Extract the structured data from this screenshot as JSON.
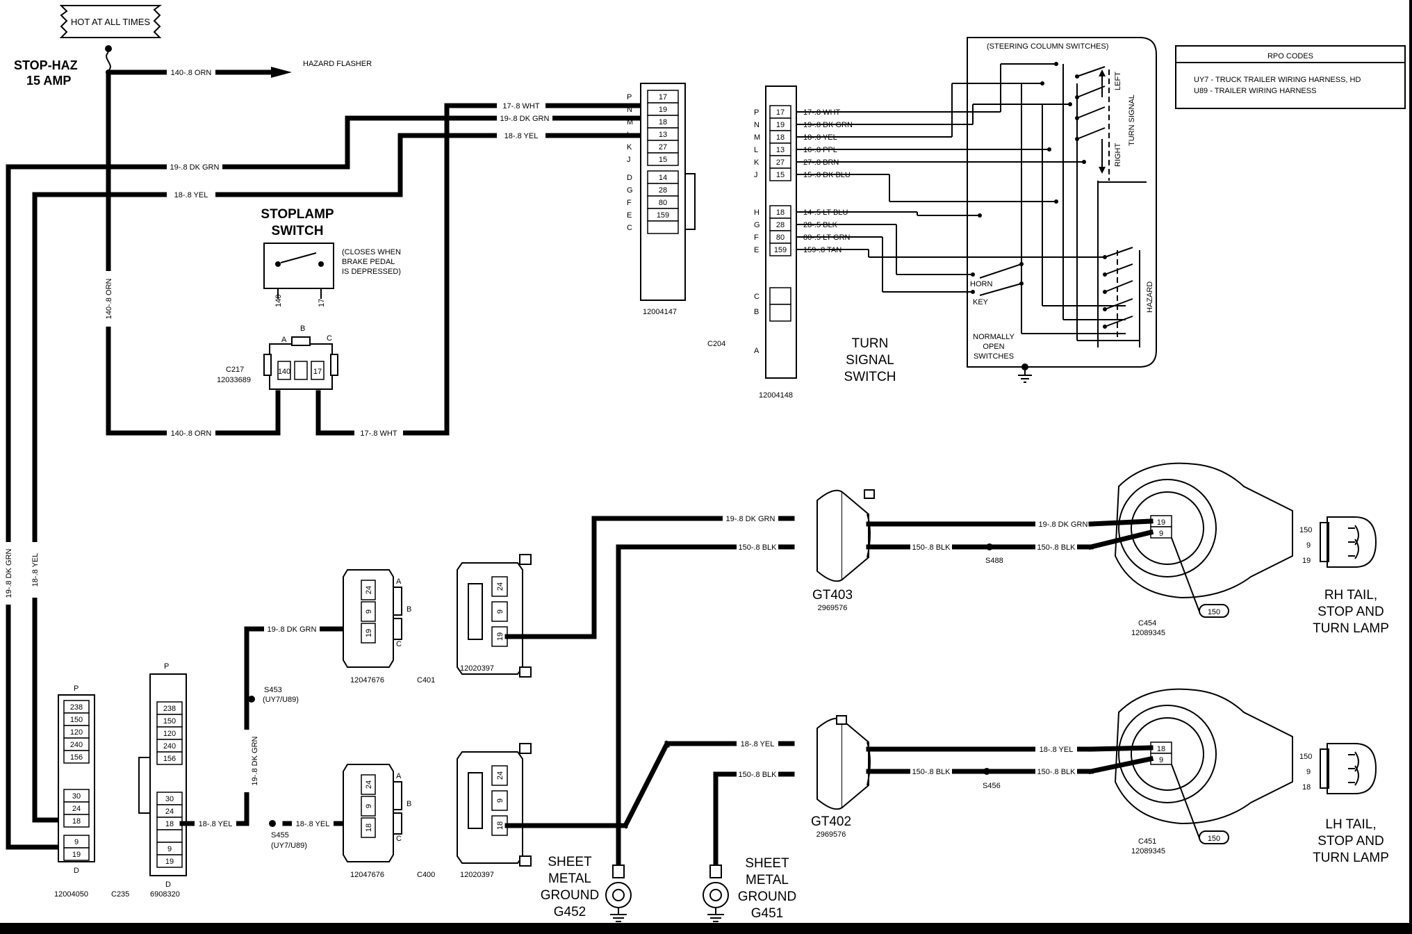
{
  "fuse": {
    "banner": "HOT AT ALL TIMES",
    "name": "STOP-HAZ",
    "rating": "15 AMP"
  },
  "hazard_flasher": "HAZARD FLASHER",
  "wires": {
    "w140_orn": "140-.8 ORN",
    "w17_wht": "17-.8 WHT",
    "w19_dkgrn": "19-.8 DK GRN",
    "w18_yel": "18-.8 YEL",
    "w150_blk": "150-.8 BLK"
  },
  "stoplamp": {
    "title1": "STOPLAMP",
    "title2": "SWITCH",
    "note1": "(CLOSES WHEN",
    "note2": "BRAKE PEDAL",
    "note3": "IS DEPRESSED)",
    "pin_a": "140",
    "pin_b": "17"
  },
  "c217": {
    "name": "C217",
    "part": "12033689",
    "pins": [
      "A",
      "B",
      "C"
    ],
    "cells": [
      "140",
      "",
      "17"
    ]
  },
  "c2_left": {
    "part": "12004147",
    "letters": [
      "P",
      "N",
      "M",
      "L",
      "K",
      "J",
      "D",
      "G",
      "F",
      "E",
      "C"
    ],
    "cells": [
      "17",
      "19",
      "18",
      "13",
      "27",
      "15",
      "14",
      "28",
      "80",
      "159",
      ""
    ]
  },
  "c204": {
    "name": "C204",
    "part": "12004148",
    "letters": [
      "P",
      "N",
      "M",
      "L",
      "K",
      "J",
      "H",
      "G",
      "F",
      "E",
      "C",
      "B",
      "A"
    ],
    "cells": [
      "17",
      "19",
      "18",
      "13",
      "27",
      "15",
      "18",
      "28",
      "80",
      "159"
    ],
    "wires": [
      "17-.8 WHT",
      "19-.8 DK GRN",
      "18-.8 YEL",
      "16-.8 PPL",
      "27-.8 BRN",
      "15-.8 DK BLU",
      "14-.5 LT BLU",
      "28-.5 BLK",
      "80-.5 LT GRN",
      "159-.8 TAN"
    ]
  },
  "turn_signal": {
    "title1": "TURN",
    "title2": "SIGNAL",
    "title3": "SWITCH"
  },
  "steering": {
    "header": "(STEERING COLUMN SWITCHES)",
    "left": "LEFT",
    "turn": "TURN SIGNAL",
    "right": "RIGHT",
    "horn": "HORN",
    "key": "KEY",
    "normally1": "NORMALLY",
    "normally2": "OPEN",
    "normally3": "SWITCHES",
    "hazard": "HAZARD"
  },
  "rpo": {
    "header": "RPO CODES",
    "line1": "UY7 - TRUCK TRAILER WIRING HARNESS, HD",
    "line2": "U89 - TRAILER WIRING HARNESS"
  },
  "c235": {
    "name": "C235",
    "left_part": "12004050",
    "right_part": "6908320",
    "top": "P",
    "bottom": "D",
    "left_cells": [
      "238",
      "150",
      "120",
      "240",
      "156",
      "",
      "30",
      "24",
      "18",
      "",
      "9",
      "19"
    ],
    "right_cells": [
      "238",
      "150",
      "120",
      "240",
      "156",
      "",
      "30",
      "24",
      "18",
      "",
      "9",
      "19"
    ]
  },
  "splices": {
    "s453": "S453",
    "s453_code": "(UY7/U89)",
    "s455": "S455",
    "s455_code": "(UY7/U89)",
    "s488": "S488",
    "s456": "S456"
  },
  "c401": {
    "name": "C401",
    "part_left": "12047676",
    "part_right": "12020397",
    "pins": [
      "A",
      "B",
      "C"
    ],
    "cells": [
      "24",
      "9",
      "19"
    ]
  },
  "c400": {
    "name": "C400",
    "part_left": "12047676",
    "part_right": "12020397",
    "pins": [
      "A",
      "B",
      "C"
    ],
    "cells": [
      "24",
      "9",
      "18"
    ]
  },
  "gt403": {
    "name": "GT403",
    "part": "2969576"
  },
  "gt402": {
    "name": "GT402",
    "part": "2969576"
  },
  "rh_lamp": {
    "line1": "RH TAIL,",
    "line2": "STOP AND",
    "line3": "TURN LAMP",
    "conn": "C454",
    "part": "12089345",
    "cells": [
      "19",
      "9"
    ],
    "pins": [
      "150",
      "9",
      "19"
    ],
    "callout": "150"
  },
  "lh_lamp": {
    "line1": "LH TAIL,",
    "line2": "STOP AND",
    "line3": "TURN LAMP",
    "conn": "C451",
    "part": "12089345",
    "cells": [
      "18",
      "9"
    ],
    "pins": [
      "150",
      "9",
      "18"
    ],
    "callout": "150"
  },
  "ground_g452": {
    "line1": "SHEET",
    "line2": "METAL",
    "line3": "GROUND",
    "id": "G452"
  },
  "ground_g451": {
    "line1": "SHEET",
    "line2": "METAL",
    "line3": "GROUND",
    "id": "G451"
  }
}
